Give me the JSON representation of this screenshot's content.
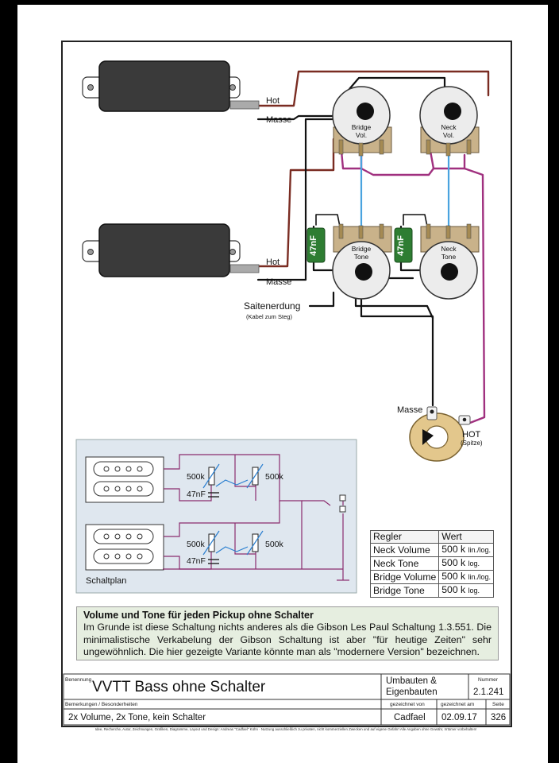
{
  "diagram": {
    "pickup_labels": {
      "hot": "Hot",
      "masse": "Masse"
    },
    "pots": {
      "bridge_vol": [
        "Bridge",
        "Vol."
      ],
      "neck_vol": [
        "Neck",
        "Vol."
      ],
      "bridge_tone": [
        "Bridge",
        "Tone"
      ],
      "neck_tone": [
        "Neck",
        "Tone"
      ]
    },
    "cap_label": "47nF",
    "ground": {
      "label": "Saitenerdung",
      "sub": "(Kabel zum Steg)"
    },
    "jack": {
      "masse": "Masse",
      "hot": "HOT",
      "hot_sub": "(Spitze)"
    },
    "colors": {
      "hot_wire": "#7a2c22",
      "ground_wire": "#111111",
      "magenta_wire": "#a0307f",
      "blue_wire": "#4aa3df",
      "cap_green": "#2e7d32",
      "pot_body": "#c9b28a"
    }
  },
  "schematic": {
    "pot_label": "500k",
    "cap_label": "47nF",
    "caption": "Schaltplan"
  },
  "values_table": {
    "header": [
      "Regler",
      "Wert"
    ],
    "rows": [
      {
        "name": "Neck Volume",
        "value": "500 k",
        "type": "lin./log."
      },
      {
        "name": "Neck Tone",
        "value": "500 k",
        "type": "log."
      },
      {
        "name": "Bridge Volume",
        "value": "500 k",
        "type": "lin./log."
      },
      {
        "name": "Bridge Tone",
        "value": "500 k",
        "type": "log."
      }
    ]
  },
  "note": {
    "title": "Volume und Tone für jeden Pickup ohne Schalter",
    "body": "Im Grunde ist diese Schaltung nichts anderes als die Gibson Les Paul Schaltung 1.3.551. Die minimalistische Verkabelung der Gibson Schaltung ist aber \"für heutige Zeiten\" sehr ungewöhnlich. Die hier gezeigte Variante könnte man als \"modernere Version\" bezeichnen."
  },
  "titleblock": {
    "benennung_label": "Benennung",
    "title": "VVTT Bass ohne Schalter",
    "category": "Umbauten & Eigenbauten",
    "nummer_label": "Nummer",
    "nummer": "2.1.241",
    "bemerkungen_label": "Bemerkungen / Besonderheiten",
    "bemerkungen": "2x Volume, 2x Tone, kein Schalter",
    "gezeichnet_von_label": "gezeichnet von",
    "gezeichnet_von": "Cadfael",
    "gezeichnet_am_label": "gezeichnet am",
    "gezeichnet_am": "02.09.17",
    "seite_label": "Seite",
    "seite": "326",
    "footer": "Idee, Recherche, Autor, Zeichnungen, Grafiken, Diagramme, Layout und Design: Andreas \"Cadfael\" Kühn  ·  Nutzung ausschließlich zu privaten, nicht kommerziellen Zwecken und auf eigene Gefahr! Alle Angaben ohne Gewähr, Irrtümer vorbehalten!"
  }
}
